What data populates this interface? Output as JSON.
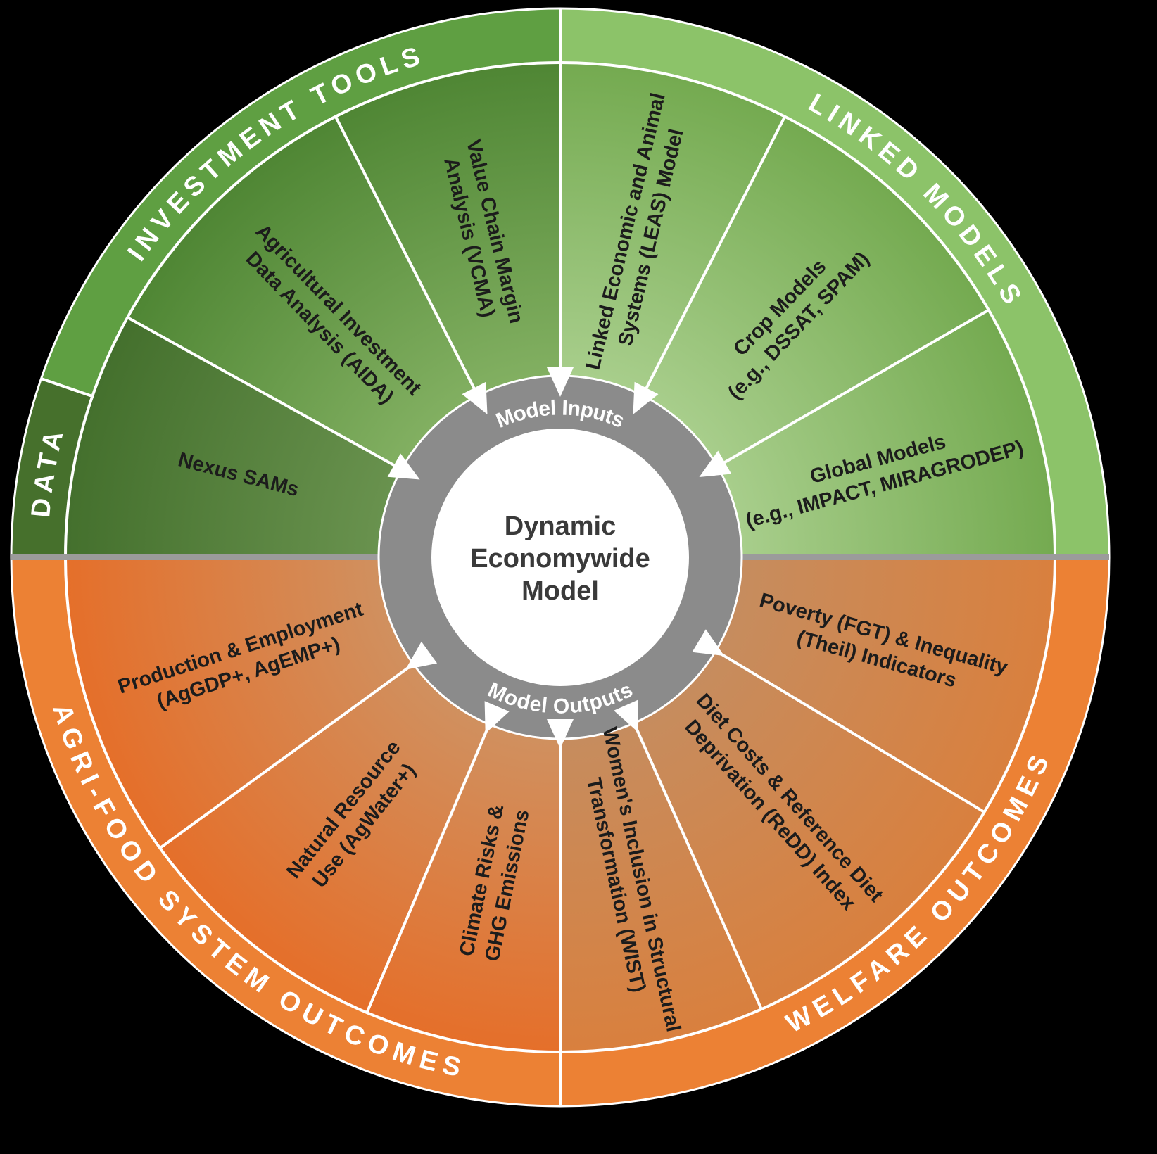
{
  "palette": {
    "background": "#000000",
    "ring_data_green": "#46702c",
    "ring_investment_green": "#5f9f42",
    "ring_linked_green": "#8cc369",
    "ring_orange": "#ec8134",
    "wedge_green_dark_inner": "#6b9450",
    "wedge_green_dark_outer": "#44702d",
    "wedge_green_mid_inner": "#85b264",
    "wedge_green_mid_outer": "#4f8634",
    "wedge_green_light_inner": "#abd08f",
    "wedge_green_light_outer": "#74aa50",
    "wedge_orange_left_inner": "#cf9262",
    "wedge_orange_left_outer": "#e56f2a",
    "wedge_orange_right_inner": "#c58d60",
    "wedge_orange_right_outer": "#d9803e",
    "gray_ring": "#8b8b8b",
    "divider_gray": "#9b9b9b",
    "text_dark": "#1c1c1c",
    "text_white": "#ffffff"
  },
  "center": {
    "title_lines": [
      "Dynamic",
      "Economywide",
      "Model"
    ],
    "inputs_label": "Model Inputs",
    "outputs_label": "Model Outputs"
  },
  "outer_ring": [
    {
      "id": "data",
      "label": "DATA",
      "start": 180,
      "end": 161,
      "color_key": "ring_data_green",
      "label_angle": 170.5
    },
    {
      "id": "investment-tools",
      "label": "INVESTMENT TOOLS",
      "start": 161,
      "end": 90,
      "color_key": "ring_investment_green",
      "label_angle": 125
    },
    {
      "id": "linked-models",
      "label": "LINKED MODELS",
      "start": 90,
      "end": 0,
      "color_key": "ring_linked_green",
      "label_angle": 45
    },
    {
      "id": "agrifood-system-outcomes",
      "label": "AGRI-FOOD SYSTEM OUTCOMES",
      "start": 180,
      "end": 270,
      "color_key": "ring_orange",
      "label_angle": 228
    },
    {
      "id": "welfare-outcomes",
      "label": "WELFARE OUTCOMES",
      "start": 270,
      "end": 360,
      "color_key": "ring_orange",
      "label_angle": 317
    }
  ],
  "wedges": [
    {
      "id": "nexus-sams",
      "lines": [
        "Nexus SAMs"
      ],
      "start": 180,
      "end": 151,
      "gradient": "green_dark"
    },
    {
      "id": "aida",
      "lines": [
        "Agricultural Investment",
        "Data Analysis (AIDA)"
      ],
      "start": 151,
      "end": 117,
      "gradient": "green_mid"
    },
    {
      "id": "vcma",
      "lines": [
        "Value Chain Margin",
        "Analysis (VCMA)"
      ],
      "start": 117,
      "end": 90,
      "gradient": "green_mid"
    },
    {
      "id": "leas-model",
      "lines": [
        "Linked Economic and Animal",
        "Systems (LEAS) Model"
      ],
      "start": 90,
      "end": 63,
      "gradient": "green_light"
    },
    {
      "id": "crop-models",
      "lines": [
        "Crop Models",
        "(e.g., DSSAT, SPAM)"
      ],
      "start": 63,
      "end": 30,
      "gradient": "green_light"
    },
    {
      "id": "global-models",
      "lines": [
        "Global Models",
        "(e.g., IMPACT, MIRAGRODEP)"
      ],
      "start": 30,
      "end": 0,
      "gradient": "green_light"
    },
    {
      "id": "production-employment",
      "lines": [
        "Production & Employment",
        "(AgGDP+, AgEMP+)"
      ],
      "start": 180,
      "end": 216,
      "gradient": "orange_left"
    },
    {
      "id": "natural-resource-use",
      "lines": [
        "Natural Resource",
        "Use (AgWater+)"
      ],
      "start": 216,
      "end": 247,
      "gradient": "orange_left"
    },
    {
      "id": "climate-risks",
      "lines": [
        "Climate Risks &",
        "GHG Emissions"
      ],
      "start": 247,
      "end": 270,
      "gradient": "orange_left"
    },
    {
      "id": "wist",
      "lines": [
        "Women's Inclusion in Structural",
        "Transformation (WIST)"
      ],
      "start": 270,
      "end": 294,
      "gradient": "orange_right"
    },
    {
      "id": "diet-costs-redd",
      "lines": [
        "Diet Costs & Reference Diet",
        "Deprivation (ReDD) Index"
      ],
      "start": 294,
      "end": 329,
      "gradient": "orange_right"
    },
    {
      "id": "poverty-inequality",
      "lines": [
        "Poverty (FGT) & Inequality",
        "(Theil) Indicators"
      ],
      "start": 329,
      "end": 360,
      "gradient": "orange_right"
    }
  ]
}
